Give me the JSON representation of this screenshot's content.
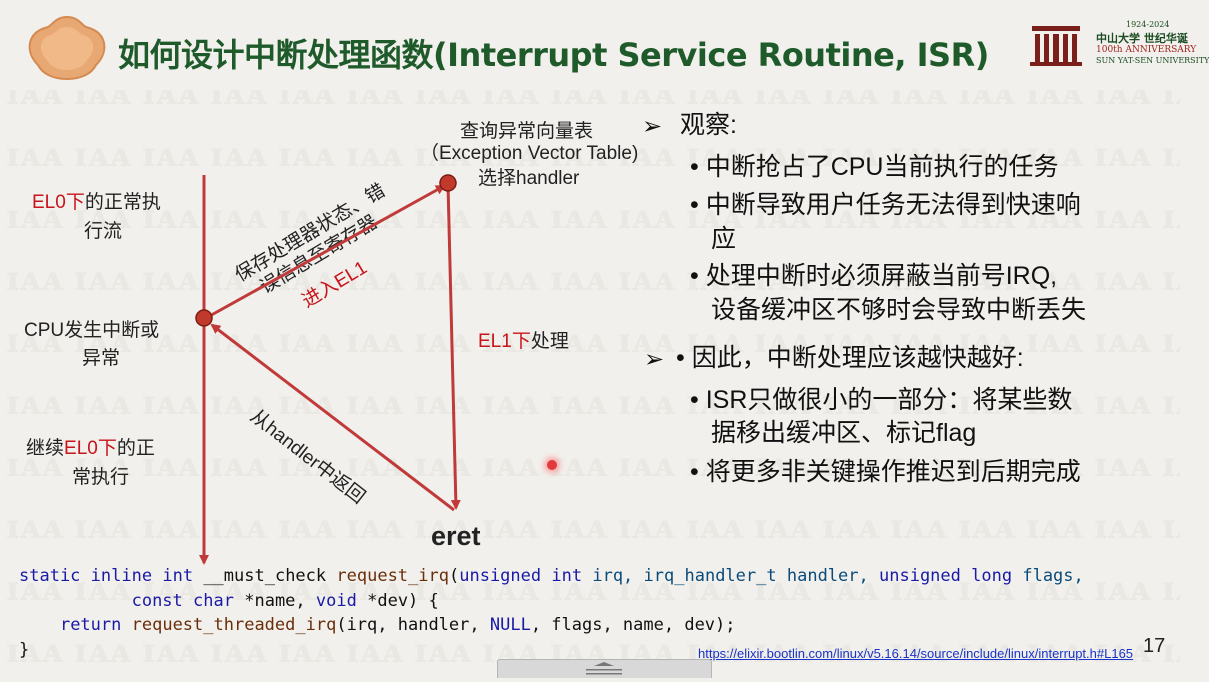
{
  "title": "如何设计中断处理函数(Interrupt Service Routine, ISR)",
  "university": {
    "line1": "中山大学 世纪华诞",
    "line2": "1924-2024",
    "line3": "100th ANNIVERSARY",
    "line4": "SUN YAT-SEN UNIVERSITY"
  },
  "diagram": {
    "lookup_line1": "查询异常向量表",
    "lookup_line2": "（Exception Vector Table)",
    "lookup_line3": "选择handler",
    "el0_normal_a": "EL0",
    "el0_normal_b": "下",
    "el0_normal_c": "的正常执",
    "el0_normal_d": "行流",
    "cpu_line1": "CPU发生中断或",
    "cpu_line2": "异常",
    "continue_a": "继续",
    "continue_b": "EL0",
    "continue_c": "下",
    "continue_d": "的正",
    "continue_e": "常执行",
    "save_line1": "保存处理器状态、错",
    "save_line2": "误信息至寄存器",
    "enter_el1": "进入EL1",
    "el1_handle_a": "EL1",
    "el1_handle_b": "下",
    "el1_handle_c": "处理",
    "return_label": "从handler中返回",
    "eret": "eret"
  },
  "observe": {
    "heading": "观察:",
    "bullets": [
      "中断抢占了CPU当前执行的任务",
      "中断导致用户任务无法得到快速响",
      "应",
      "处理中断时必须屏蔽当前号IRQ,",
      "设备缓冲区不够时会导致中断丢失"
    ]
  },
  "therefore": {
    "heading": "• 因此，中断处理应该越快越好:",
    "bullets": [
      "ISR只做很小的一部分：将某些数",
      "据移出缓冲区、标记flag",
      "将更多非关键操作推迟到后期完成"
    ]
  },
  "code": {
    "l1_static": "static",
    "l1_inline": "inline",
    "l1_int": "int",
    "l1_must": "__must_check",
    "l1_fn": "request_irq",
    "l1_unsigned": "unsigned",
    "l1_int2": "int",
    "l1_irq": "irq,",
    "l1_htype": "irq_handler_t",
    "l1_handler": "handler,",
    "l1_unsigned2": "unsigned",
    "l1_long": "long",
    "l1_flags": "flags,",
    "l2_const": "const",
    "l2_char": "char",
    "l2_name": "*name,",
    "l2_void": "void",
    "l2_dev": "*dev) {",
    "l3_return": "return",
    "l3_fn": "request_threaded_irq",
    "l3_args1": "(irq, handler, ",
    "l3_null": "NULL",
    "l3_args2": ", flags, name, dev);",
    "l4": "}"
  },
  "link": "https://elixir.bootlin.com/linux/v5.16.14/source/include/linux/interrupt.h#L165",
  "page_number": "17",
  "colors": {
    "title": "#1f5a2a",
    "red": "#c8141a",
    "keyword": "#1a1aa6",
    "link": "#1a33c8"
  }
}
